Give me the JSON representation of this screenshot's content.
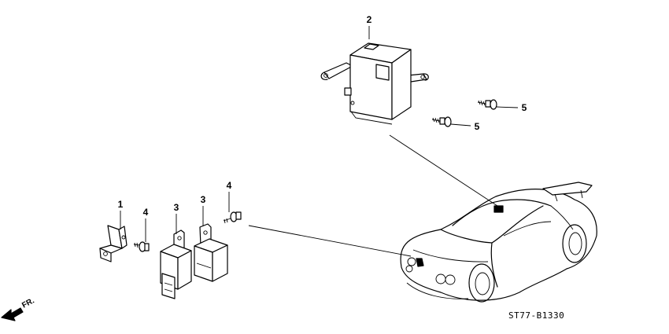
{
  "diagram": {
    "callouts": [
      {
        "id": "c2",
        "label": "2"
      },
      {
        "id": "c5a",
        "label": "5"
      },
      {
        "id": "c5b",
        "label": "5"
      },
      {
        "id": "c1",
        "label": "1"
      },
      {
        "id": "c4a",
        "label": "4"
      },
      {
        "id": "c3a",
        "label": "3"
      },
      {
        "id": "c3b",
        "label": "3"
      },
      {
        "id": "c4b",
        "label": "4"
      }
    ],
    "direction_label": "FR.",
    "drawing_code": "ST77-B1330"
  },
  "icons": [
    "front-direction-arrow-icon"
  ]
}
